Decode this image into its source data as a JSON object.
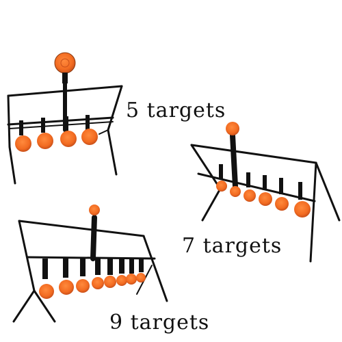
{
  "labels": {
    "five": "5 targets",
    "seven": "7 targets",
    "nine": "9 targets"
  },
  "colors": {
    "frame": "#111111",
    "target": "#f26b21",
    "target_center": "#d9531a",
    "background": "#ffffff"
  }
}
